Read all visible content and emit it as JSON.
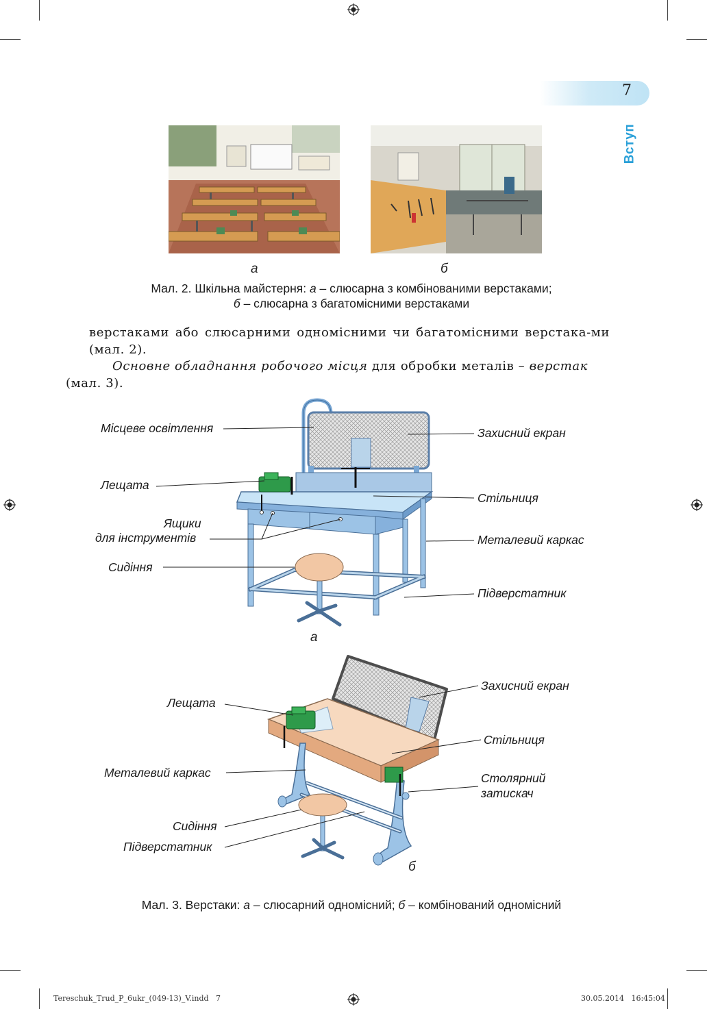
{
  "page": {
    "number": "7",
    "section_tab": "Вступ"
  },
  "figure2": {
    "sublabel_a": "а",
    "sublabel_b": "б",
    "caption_prefix": "Мал. 2. Шкільна майстерня: ",
    "caption_a_letter": "а",
    "caption_a_text": " – слюсарна з комбінованими верстаками;",
    "caption_b_letter": "б",
    "caption_b_text": " – слюсарна з багатомісними верстаками"
  },
  "body": {
    "para1": "верстаками або слюсарними одномісними чи багатомісними верстака-ми (мал. 2).",
    "para2_italic": "Основне обладнання робочого місця",
    "para2_text": " для обробки металів – ",
    "para2_italic2": "верстак",
    "para2_end": "(мал. 3)."
  },
  "figure3a": {
    "labels": {
      "light": "Місцеве освітлення",
      "vise": "Лещата",
      "drawers_1": "Ящики",
      "drawers_2": "для інструментів",
      "seat": "Сидіння",
      "screen": "Захисний екран",
      "tabletop": "Стільниця",
      "frame": "Металевий каркас",
      "footrest": "Підверстатник"
    },
    "sublabel": "а"
  },
  "figure3b": {
    "labels": {
      "vise": "Лещата",
      "frame": "Металевий каркас",
      "seat": "Сидіння",
      "footrest": "Підверстатник",
      "screen": "Захисний екран",
      "tabletop": "Стільниця",
      "clamp_1": "Столярний",
      "clamp_2": "затискач"
    },
    "sublabel": "б"
  },
  "figure3": {
    "caption_prefix": "Мал. 3. Верстаки: ",
    "a_letter": "а",
    "a_text": " – слюсарний одномісний; ",
    "b_letter": "б",
    "b_text": " – комбінований одномісний"
  },
  "footer": {
    "file": "Tereschuk_Trud_P_6ukr_(049-13)_V.indd   7",
    "timestamp": "30.05.2014   16:45:04"
  },
  "colors": {
    "accent": "#2aa0d8",
    "bench_blue": "#9cc3e6",
    "vise_green": "#2e9a4a",
    "wood": "#f2c7a4"
  }
}
